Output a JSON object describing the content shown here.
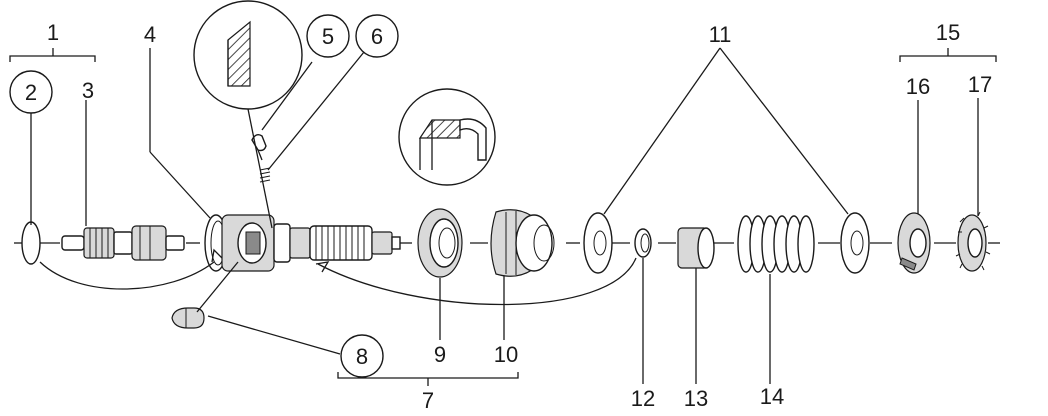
{
  "diagram": {
    "callouts": [
      {
        "id": "c1",
        "text": "1",
        "circled": false
      },
      {
        "id": "c2",
        "text": "2",
        "circled": true
      },
      {
        "id": "c3",
        "text": "3",
        "circled": false
      },
      {
        "id": "c4",
        "text": "4",
        "circled": false
      },
      {
        "id": "c5",
        "text": "5",
        "circled": true
      },
      {
        "id": "c6",
        "text": "6",
        "circled": true
      },
      {
        "id": "c7",
        "text": "7",
        "circled": false
      },
      {
        "id": "c8",
        "text": "8",
        "circled": true
      },
      {
        "id": "c9",
        "text": "9",
        "circled": false
      },
      {
        "id": "c10",
        "text": "10",
        "circled": false
      },
      {
        "id": "c11",
        "text": "11",
        "circled": false
      },
      {
        "id": "c12",
        "text": "12",
        "circled": false
      },
      {
        "id": "c13",
        "text": "13",
        "circled": false
      },
      {
        "id": "c14",
        "text": "14",
        "circled": false
      },
      {
        "id": "c15",
        "text": "15",
        "circled": false
      },
      {
        "id": "c16",
        "text": "16",
        "circled": false
      },
      {
        "id": "c17",
        "text": "17",
        "circled": false
      }
    ]
  }
}
